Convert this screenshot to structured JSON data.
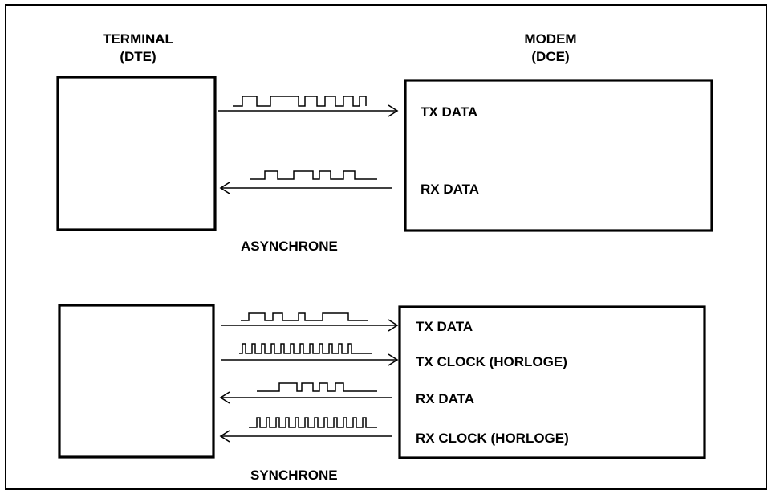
{
  "diagram": {
    "colors": {
      "ink": "#000000",
      "paper": "#ffffff"
    },
    "terminal": {
      "title": "TERMINAL",
      "subtitle": "(DTE)"
    },
    "modem": {
      "title": "MODEM",
      "subtitle": "(DCE)"
    },
    "async": {
      "caption": "ASYNCHRONE",
      "signals": [
        {
          "label": "TX DATA",
          "direction": "to-modem",
          "waveform": "data"
        },
        {
          "label": "RX DATA",
          "direction": "to-terminal",
          "waveform": "data"
        }
      ]
    },
    "sync": {
      "caption": "SYNCHRONE",
      "signals": [
        {
          "label": "TX DATA",
          "direction": "to-modem",
          "waveform": "data"
        },
        {
          "label": "TX CLOCK (HORLOGE)",
          "direction": "to-modem",
          "waveform": "clock"
        },
        {
          "label": "RX DATA",
          "direction": "to-terminal",
          "waveform": "data"
        },
        {
          "label": "RX CLOCK (HORLOGE)",
          "direction": "to-terminal",
          "waveform": "clock"
        }
      ]
    }
  }
}
